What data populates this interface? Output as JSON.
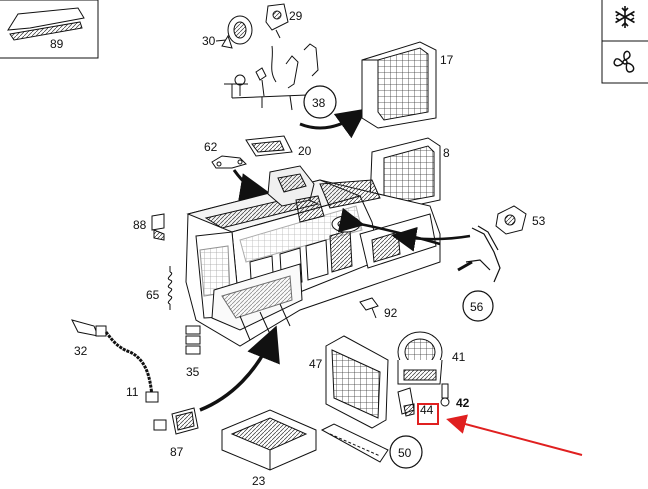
{
  "diagram": {
    "part_labels": {
      "p89": "89",
      "p30": "30",
      "p29": "29",
      "p17": "17",
      "p38": "38",
      "p62": "62",
      "p20": "20",
      "p8": "8",
      "p88": "88",
      "p53": "53",
      "p65": "65",
      "p56": "56",
      "p92": "92",
      "p32": "32",
      "p47": "47",
      "p41": "41",
      "p35": "35",
      "p11": "11",
      "p42": "42",
      "p44": "44",
      "p87": "87",
      "p50": "50",
      "p23": "23"
    },
    "icons": {
      "top_right": "snowflake-icon",
      "bottom_right": "fan-icon"
    },
    "highlight": {
      "part": "44",
      "box_color": "#e02020",
      "arrow_color": "#e02020"
    }
  }
}
